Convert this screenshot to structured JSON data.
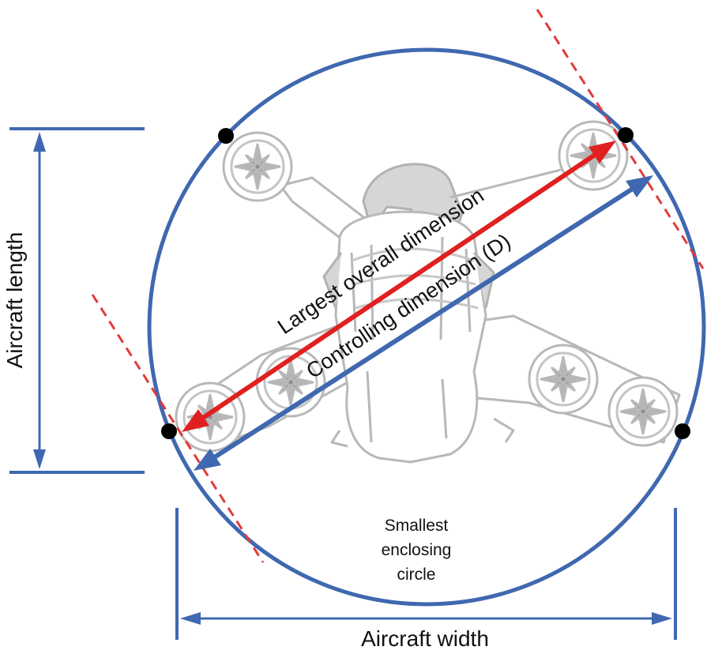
{
  "labels": {
    "largest": "Largest overall dimension",
    "controlling": "Controlling dimension (D)",
    "length": "Aircraft length",
    "width": "Aircraft width",
    "circle": [
      "Smallest",
      "enclosing",
      "circle"
    ]
  },
  "colors": {
    "blue": "#3f68b0",
    "red": "#e02020",
    "dashed": "#e23a3a",
    "aircraft_line": "#b8b8b8",
    "aircraft_fill": "#d6d6d6",
    "aircraft_dark": "#a6a6a6",
    "point": "#000000"
  }
}
